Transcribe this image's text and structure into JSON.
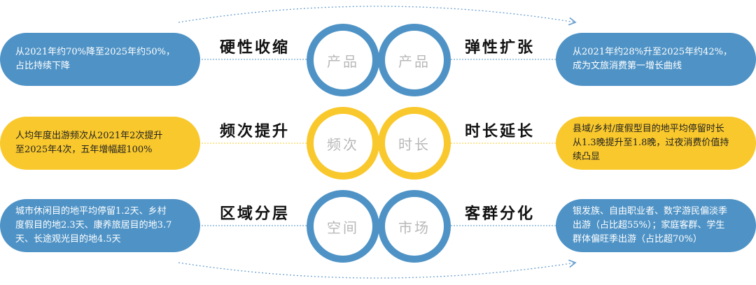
{
  "rows": [
    {
      "color": "#4f93c6",
      "left_text": "从2021年约70%降至2025年约50%，\n占比持续下降",
      "left_title": "硬性收缩",
      "left_ring": "产品",
      "right_ring": "产品",
      "right_title": "弹性扩张",
      "right_text": "从2021年约28%升至2025年约42%，\n成为文旅消费第一增长曲线"
    },
    {
      "color": "#f9c82c",
      "left_text": "人均年度出游频次从2021年2次提升\n至2025年4次，五年增幅超100%",
      "left_title": "频次提升",
      "left_ring": "频次",
      "right_ring": "时长",
      "right_title": "时长延长",
      "right_text": "县域/乡村/度假型目的地平均停留时长\n从1.3晚提升至1.8晚，过夜消费价值持\n续凸显"
    },
    {
      "color": "#4f93c6",
      "left_text": "城市休闲目的地平均停留1.2天、乡村\n度假目的地2.3天、康养旅居目的地3.7\n天、长途观光目的地4.5天",
      "left_title": "区域分层",
      "left_ring": "空间",
      "right_ring": "市场",
      "right_title": "客群分化",
      "right_text": "银发族、自由职业者、数字游民偏淡季\n出游（占比超55%）；家庭客群、学生\n群体偏旺季出游（占比超70%）"
    }
  ],
  "colors": {
    "blue": "#4f93c6",
    "yellow": "#f9c82c",
    "arrow": "#6a9fd0"
  }
}
